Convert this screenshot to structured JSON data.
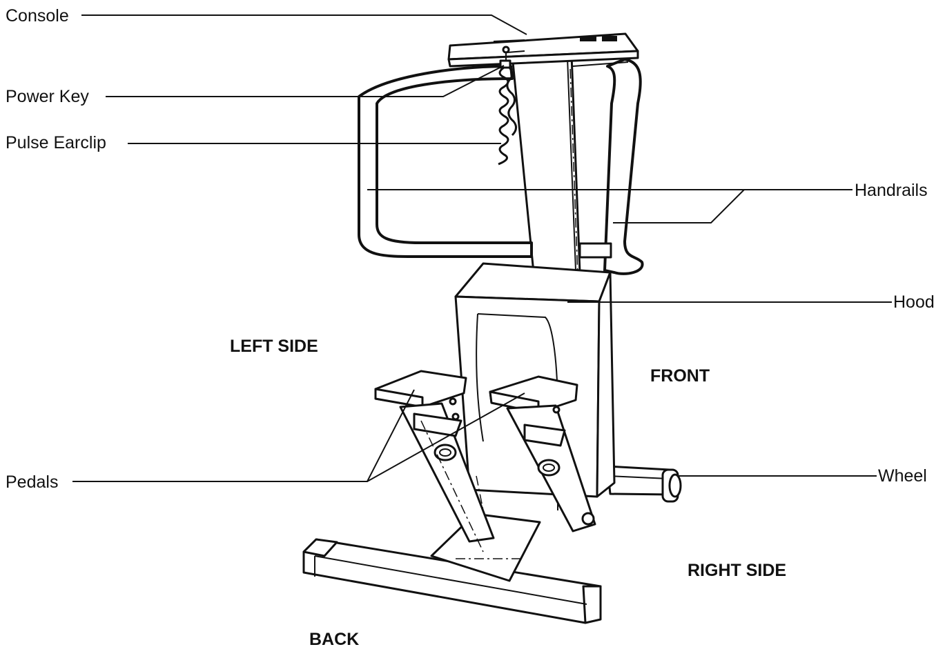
{
  "labels": {
    "console": "Console",
    "power_key": "Power Key",
    "pulse_earclip": "Pulse Earclip",
    "handrails": "Handrails",
    "hood": "Hood",
    "pedals": "Pedals",
    "wheel": "Wheel"
  },
  "orientation": {
    "left_side": "LEFT SIDE",
    "front": "FRONT",
    "right_side": "RIGHT SIDE",
    "back": "BACK"
  }
}
